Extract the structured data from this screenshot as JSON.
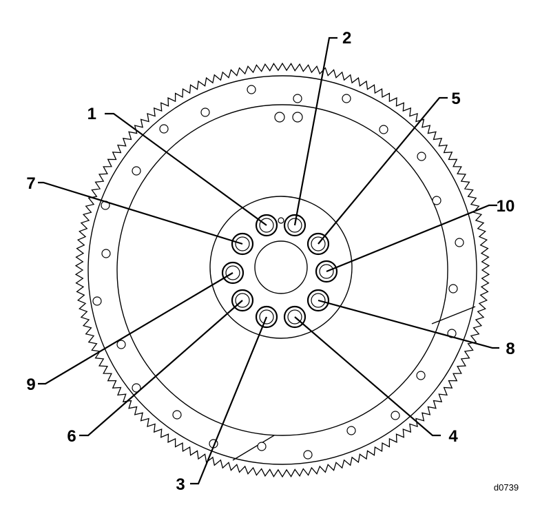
{
  "figure": {
    "id_label": "d0739",
    "bolts": [
      {
        "num": "1"
      },
      {
        "num": "2"
      },
      {
        "num": "3"
      },
      {
        "num": "4"
      },
      {
        "num": "5"
      },
      {
        "num": "6"
      },
      {
        "num": "7"
      },
      {
        "num": "8"
      },
      {
        "num": "9"
      },
      {
        "num": "10"
      }
    ]
  }
}
